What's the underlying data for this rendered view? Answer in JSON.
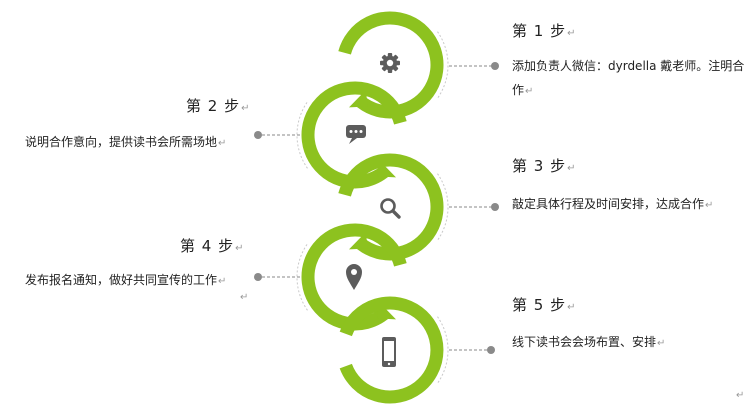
{
  "paragraph_mark": "↵",
  "accent_color": "#8dc21f",
  "icon_color": "#5c5c5c",
  "connector_color": "#8a8a8a",
  "steps": [
    {
      "title": "第 1 步",
      "description": "添加负责人微信：dyrdella 戴老师。注明合作",
      "icon": "gear-icon"
    },
    {
      "title": "第 2 步",
      "description": "说明合作意向，提供读书会所需场地",
      "icon": "chat-bubble-icon"
    },
    {
      "title": "第 3 步",
      "description": "敲定具体行程及时间安排，达成合作",
      "icon": "search-icon"
    },
    {
      "title": "第 4 步",
      "description": "发布报名通知，做好共同宣传的工作",
      "icon": "location-pin-icon"
    },
    {
      "title": "第 5 步",
      "description": "线下读书会会场布置、安排",
      "icon": "smartphone-icon"
    }
  ]
}
